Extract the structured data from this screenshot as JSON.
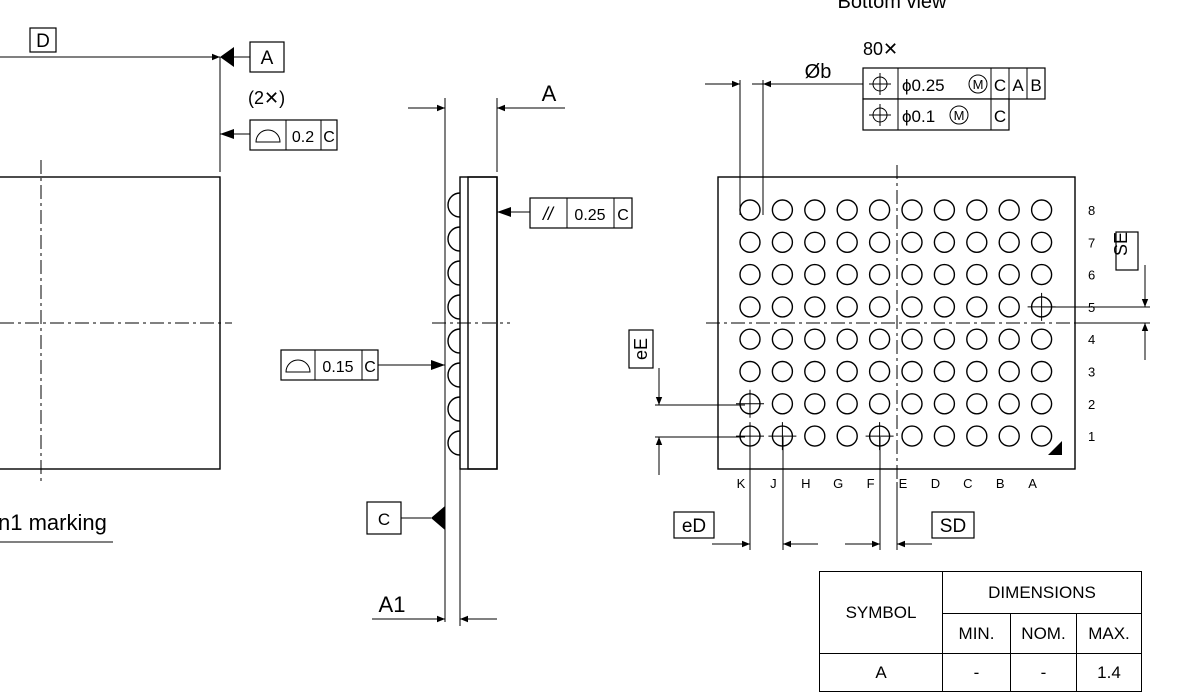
{
  "top_view": {
    "datum_d": "D",
    "datum_a_ref": "A",
    "count_2x": "(2✕)",
    "profile_tol": "0.2",
    "profile_datum": "C",
    "pin1_label": "n1 marking"
  },
  "side_view": {
    "dim_a": "A",
    "parallel_symbol": "//",
    "parallel_tol": "0.25",
    "parallel_datum": "C",
    "profile_tol": "0.15",
    "profile_datum": "C",
    "datum_c": "C",
    "dim_a1": "A1"
  },
  "bottom_view": {
    "title": "Bottom view",
    "ball_count": "80✕",
    "ball_dia": "Øb",
    "pos_tol_1": "ϕ0.25",
    "pos_tol_1_mod": "M",
    "pos_tol_1_datums": [
      "C",
      "A",
      "B"
    ],
    "pos_tol_2": "ϕ0.1",
    "pos_tol_2_mod": "M",
    "pos_tol_2_datum": "C",
    "rows": [
      "8",
      "7",
      "6",
      "5",
      "4",
      "3",
      "2",
      "1"
    ],
    "cols": [
      "K",
      "J",
      "H",
      "G",
      "F",
      "E",
      "D",
      "C",
      "B",
      "A"
    ],
    "dim_se": "SE",
    "dim_ee": "eE",
    "dim_ed": "eD",
    "dim_sd": "SD"
  },
  "table": {
    "symbol_header": "SYMBOL",
    "dimensions_header": "DIMENSIONS",
    "min": "MIN.",
    "nom": "NOM.",
    "max": "MAX.",
    "rows": [
      {
        "symbol": "A",
        "min": "-",
        "nom": "-",
        "max": "1.4"
      }
    ]
  }
}
